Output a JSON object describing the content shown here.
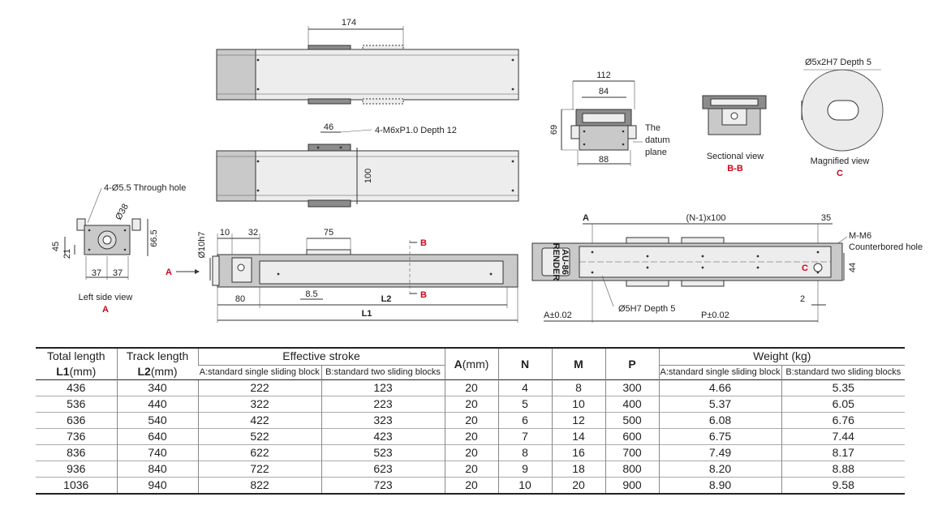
{
  "drawing": {
    "top_view": {
      "dim_174": "174"
    },
    "mid_view": {
      "dim_46": "46",
      "note_tap": "4-M6xP1.0  Depth  12",
      "dim_100": "100"
    },
    "front_view": {
      "dim_112": "112",
      "dim_84": "84",
      "dim_69": "69",
      "dim_88": "88",
      "datum_1": "The",
      "datum_2": "datum",
      "datum_3": "plane"
    },
    "section_view": {
      "label": "Sectional view",
      "tag": "B-B"
    },
    "magnified_view": {
      "note": "Ø5x2H7 Depth 5",
      "label": "Magnified view",
      "tag": "C"
    },
    "left_view": {
      "note": "4-Ø5.5 Through hole",
      "dim_38": "Ø38",
      "dim_45": "45",
      "dim_21": "21",
      "dim_66_5": "66.5",
      "dim_37a": "37",
      "dim_37b": "37",
      "label": "Left side view",
      "tag": "A"
    },
    "side_view": {
      "arrow_a": "A",
      "dim_phi10": "Ø10h7",
      "dim_10": "10",
      "dim_32": "32",
      "dim_75": "75",
      "dim_80": "80",
      "dim_8_5": "8.5",
      "l2": "L2",
      "l1": "L1",
      "cut_b_top": "B",
      "cut_b_bottom": "B"
    },
    "plan_view": {
      "tag_a": "A",
      "pitch": "(N-1)x100",
      "dim_35": "35",
      "m_note_1": "M-M6",
      "m_note_2": "Counterbored hole",
      "dim_44": "44",
      "tag_c": "C",
      "hole_note": "Ø5H7 Depth 5",
      "dim_2": "2",
      "a_tol": "A±0.02",
      "p_tol": "P±0.02",
      "brand_1": "RENDER",
      "brand_2": "AU-86"
    }
  },
  "table": {
    "headers": {
      "total_length": "Total length",
      "total_length_unit_bold": "L1",
      "total_length_unit": "(mm)",
      "track_length": "Track length",
      "track_length_unit_bold": "L2",
      "track_length_unit": "(mm)",
      "effective_stroke": "Effective stroke",
      "stroke_a": "A:standard single sliding block",
      "stroke_b": "B:standard two sliding blocks",
      "a_bold": "A",
      "a_unit": "(mm)",
      "n": "N",
      "m": "M",
      "p": "P",
      "weight": "Weight (kg)",
      "weight_a": "A:standard single sliding block",
      "weight_b": "B:standard two sliding blocks"
    },
    "rows": [
      [
        "436",
        "340",
        "222",
        "123",
        "20",
        "4",
        "8",
        "300",
        "4.66",
        "5.35"
      ],
      [
        "536",
        "440",
        "322",
        "223",
        "20",
        "5",
        "10",
        "400",
        "5.37",
        "6.05"
      ],
      [
        "636",
        "540",
        "422",
        "323",
        "20",
        "6",
        "12",
        "500",
        "6.08",
        "6.76"
      ],
      [
        "736",
        "640",
        "522",
        "423",
        "20",
        "7",
        "14",
        "600",
        "6.75",
        "7.44"
      ],
      [
        "836",
        "740",
        "622",
        "523",
        "20",
        "8",
        "16",
        "700",
        "7.49",
        "8.17"
      ],
      [
        "936",
        "840",
        "722",
        "623",
        "20",
        "9",
        "18",
        "800",
        "8.20",
        "8.88"
      ],
      [
        "1036",
        "940",
        "822",
        "723",
        "20",
        "10",
        "20",
        "900",
        "8.90",
        "9.58"
      ]
    ]
  }
}
